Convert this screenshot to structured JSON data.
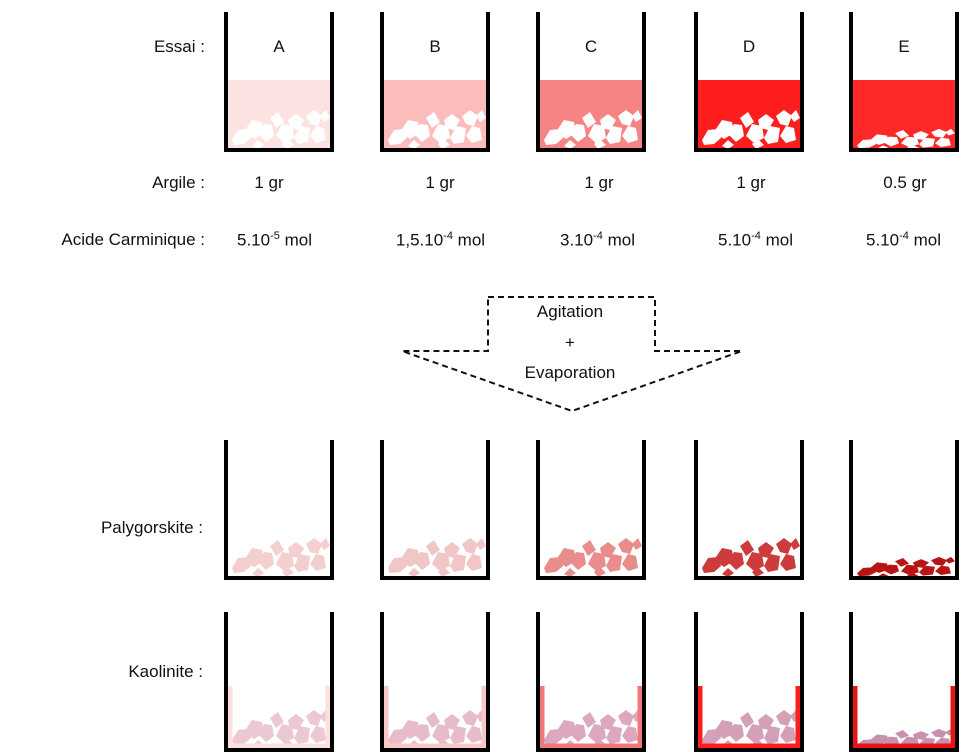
{
  "row_labels": {
    "essai": "Essai :",
    "argile": "Argile :",
    "acide": "Acide Carminique :",
    "palygorskite": "Palygorskite :",
    "kaolinite": "Kaolinite :"
  },
  "arrow": {
    "line1": "Agitation",
    "line2": "+",
    "line3": "Evaporation"
  },
  "trials": [
    {
      "id": "A",
      "argile": "1 gr",
      "acide_base": "5.10",
      "acide_exp": "-5",
      "acide_unit": " mol",
      "solution_color": "#fde2e2",
      "paly_color": "#f3cfcf",
      "kao_color": "#ecc8d2",
      "kao_wall": "#fbe0e0"
    },
    {
      "id": "B",
      "argile": "1 gr",
      "acide_base": "1,5.10",
      "acide_exp": "-4",
      "acide_unit": " mol",
      "solution_color": "#fcbcbc",
      "paly_color": "#f0c6c6",
      "kao_color": "#e6bcc8",
      "kao_wall": "#f8c8c8"
    },
    {
      "id": "C",
      "argile": "1 gr",
      "acide_base": "3.10",
      "acide_exp": "-4",
      "acide_unit": " mol",
      "solution_color": "#f68484",
      "paly_color": "#e88c8c",
      "kao_color": "#dda8bf",
      "kao_wall": "#f07878"
    },
    {
      "id": "D",
      "argile": "1 gr",
      "acide_base": "5.10",
      "acide_exp": "-4",
      "acide_unit": " mol",
      "solution_color": "#ff1e1e",
      "paly_color": "#cc3c3c",
      "kao_color": "#d4a0b8",
      "kao_wall": "#ff1e1e"
    },
    {
      "id": "E",
      "argile": "0.5 gr",
      "acide_base": "5.10",
      "acide_exp": "-4",
      "acide_unit": " mol",
      "solution_color": "#ff2828",
      "paly_color": "#b81414",
      "kao_color": "#c890ac",
      "kao_wall": "#e81414"
    }
  ]
}
